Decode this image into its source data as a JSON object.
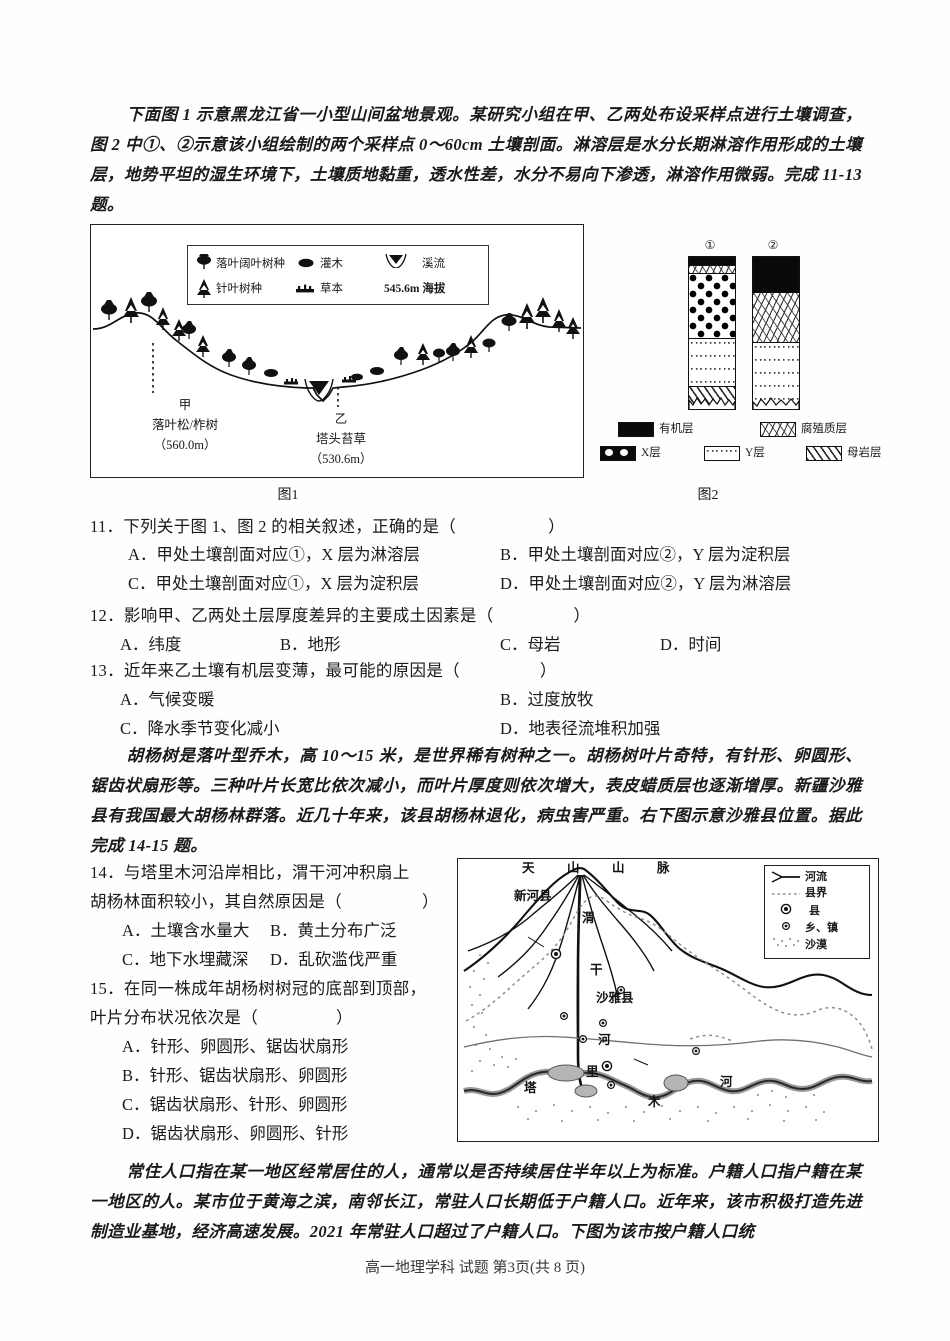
{
  "document": {
    "footer": "高一地理学科 试题 第3页(共 8 页)"
  },
  "passage1": {
    "text": "下面图 1 示意黑龙江省一小型山间盆地景观。某研究小组在甲、乙两处布设采样点进行土壤调查，图 2 中①、②示意该小组绘制的两个采样点 0～60cm 土壤剖面。淋溶层是水分长期淋溶作用形成的土壤层，地势平坦的湿生环境下，土壤质地黏重，透水性差，水分不易向下渗透，淋溶作用微弱。完成 11-13 题。"
  },
  "figure1": {
    "caption": "图1",
    "legend": {
      "item1": "落叶阔叶树种",
      "item2": "灌木",
      "item3": "溪流",
      "item4": "针叶树种",
      "item5": "草本",
      "item6": "545.6m 海拔"
    },
    "labels": {
      "point_a_name": "甲",
      "point_a_veg": "落叶松/柞树",
      "point_a_elev": "（560.0m）",
      "point_b_name": "乙",
      "point_b_veg": "塔头苔草",
      "point_b_elev": "（530.6m）"
    }
  },
  "figure2": {
    "caption": "图2",
    "column1_label": "①",
    "column2_label": "②",
    "legend": {
      "organic": "有机层",
      "humus": "腐殖质层",
      "x_layer": "X层",
      "y_layer": "Y层",
      "parent_rock": "母岩层"
    }
  },
  "questions": [
    {
      "number": "11",
      "stem": "下列关于图 1、图 2 的相关叙述，正确的是（",
      "stem_close": "）",
      "options": [
        "A．甲处土壤剖面对应①，X 层为淋溶层",
        "B．甲处土壤剖面对应②，Y 层为淀积层",
        "C．甲处土壤剖面对应①，X 层为淀积层",
        "D．甲处土壤剖面对应②，Y 层为淋溶层"
      ]
    },
    {
      "number": "12",
      "stem": "影响甲、乙两处土层厚度差异的主要成土因素是（",
      "stem_close": "）",
      "options": [
        "A．纬度",
        "B．地形",
        "C．母岩",
        "D．时间"
      ]
    },
    {
      "number": "13",
      "stem": "近年来乙土壤有机层变薄，最可能的原因是（",
      "stem_close": "）",
      "options": [
        "A．气候变暖",
        "B．过度放牧",
        "C．降水季节变化减小",
        "D．地表径流堆积加强"
      ]
    },
    {
      "number": "14",
      "stem_line1": "与塔里木河沿岸相比，渭干河冲积扇上",
      "stem_line2": "胡杨林面积较小，其自然原因是（",
      "stem_close": "）",
      "options": [
        "A．土壤含水量大",
        "B．黄土分布广泛",
        "C．地下水埋藏深",
        "D．乱砍滥伐严重"
      ]
    },
    {
      "number": "15",
      "stem_line1": "在同一株成年胡杨树树冠的底部到顶部，",
      "stem_line2": "叶片分布状况依次是（",
      "stem_close": "）",
      "options": [
        "A．针形、卵圆形、锯齿状扇形",
        "B．针形、锯齿状扇形、卵圆形",
        "C．锯齿状扇形、针形、卵圆形",
        "D．锯齿状扇形、卵圆形、针形"
      ]
    }
  ],
  "passage2": {
    "text": "胡杨树是落叶型乔木，高 10～15 米，是世界稀有树种之一。胡杨树叶片奇特，有针形、卵圆形、锯齿状扇形等。三种叶片长宽比依次减小，而叶片厚度则依次增大，表皮蜡质层也逐渐增厚。新疆沙雅县有我国最大胡杨林群落。近几十年来，该县胡杨林退化，病虫害严重。右下图示意沙雅县位置。据此完成 14-15 题。"
  },
  "map": {
    "labels": {
      "mountains": "天　山　山　脉",
      "xinhe": "新河县",
      "wei": "渭",
      "gan": "干",
      "shaya": "沙雅县",
      "he": "河",
      "ta": "塔",
      "li": "里",
      "mu": "木",
      "river_he": "河"
    },
    "legend": {
      "river": "河流",
      "county_border": "县界",
      "county": "县",
      "township": "乡、镇",
      "desert": "沙漠"
    }
  },
  "passage3": {
    "text": "常住人口指在某一地区经常居住的人，通常以是否持续居住半年以上为标准。户籍人口指户籍在某一地区的人。某市位于黄海之滨，南邻长江，常驻人口长期低于户籍人口。近年来，该市积极打造先进制造业基地，经济高速发展。2021 年常驻人口超过了户籍人口。下图为该市按户籍人口统"
  },
  "colors": {
    "ink": "#1a1a1a",
    "paper": "#fefefe",
    "river_gray": "#9a9a9a"
  }
}
